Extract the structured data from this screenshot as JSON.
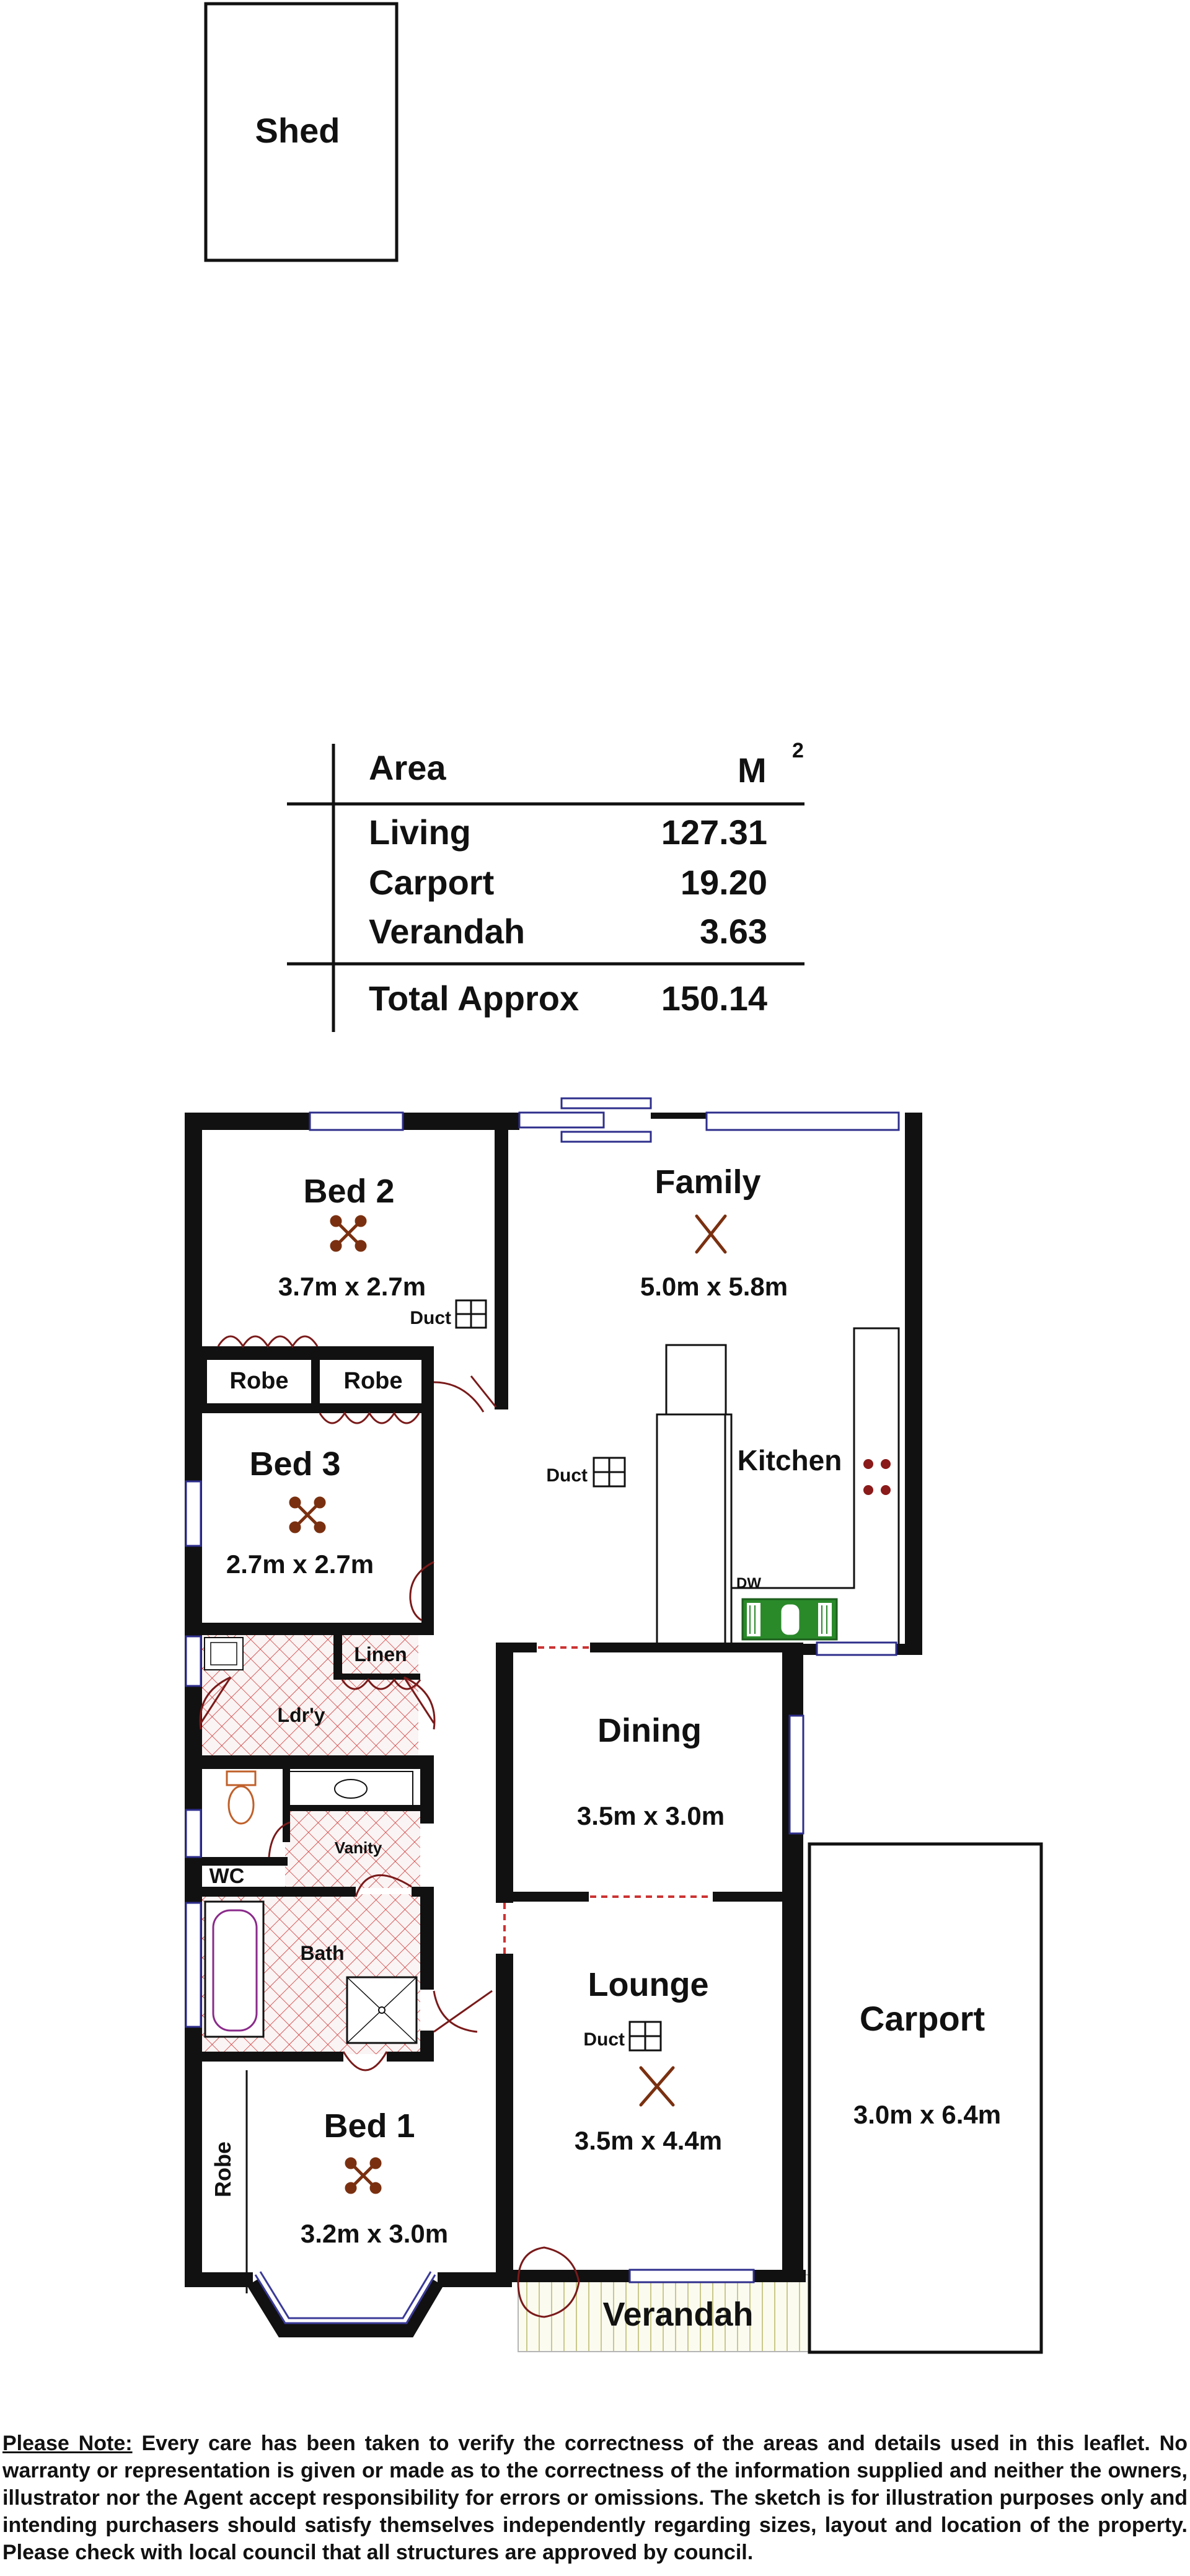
{
  "shed": {
    "label": "Shed"
  },
  "area_table": {
    "header_label": "Area",
    "header_unit": "M",
    "header_unit_sup": "2",
    "rows": [
      {
        "label": "Living",
        "value": "127.31"
      },
      {
        "label": "Carport",
        "value": "19.20"
      },
      {
        "label": "Verandah",
        "value": "3.63"
      }
    ],
    "total": {
      "label": "Total Approx",
      "value": "150.14"
    }
  },
  "rooms": {
    "bed2": {
      "name": "Bed 2",
      "size": "3.7m x 2.7m"
    },
    "family": {
      "name": "Family",
      "size": "5.0m x 5.8m"
    },
    "robe_a": {
      "name": "Robe"
    },
    "robe_b": {
      "name": "Robe"
    },
    "bed3": {
      "name": "Bed 3",
      "size": "2.7m x 2.7m"
    },
    "kitchen": {
      "name": "Kitchen"
    },
    "dw": {
      "name": "DW"
    },
    "linen": {
      "name": "Linen"
    },
    "laundry": {
      "name": "Ldr'y"
    },
    "dining": {
      "name": "Dining",
      "size": "3.5m x 3.0m"
    },
    "wc": {
      "name": "WC"
    },
    "vanity": {
      "name": "Vanity"
    },
    "bath": {
      "name": "Bath"
    },
    "lounge": {
      "name": "Lounge",
      "size": "3.5m x 4.4m"
    },
    "carport": {
      "name": "Carport",
      "size": "3.0m x 6.4m"
    },
    "robe_c": {
      "name": "Robe"
    },
    "bed1": {
      "name": "Bed 1",
      "size": "3.2m x 3.0m"
    },
    "verandah": {
      "name": "Verandah"
    }
  },
  "ducts": {
    "bed2": "Duct",
    "hall": "Duct",
    "lounge": "Duct"
  },
  "note": {
    "heading": "Please Note:",
    "text": " Every care has been taken to verify the correctness of the areas and details used in this leaflet. No warranty or representation is given or made as to the correctness of the information supplied and neither the owners, illustrator nor the Agent accept responsibility for errors or omissions. The sketch is for illustration purposes only and intending purchasers should satisfy themselves independently regarding sizes, layout and location of the property. Please check with local council that all structures are approved by council."
  },
  "colors": {
    "wall": "#111111",
    "window": "#2e2e8c",
    "door": "#7a1a1a",
    "fan": "#7a3010",
    "wet_area_hatch": "#cc3333",
    "sink": "#2a8a2a"
  }
}
